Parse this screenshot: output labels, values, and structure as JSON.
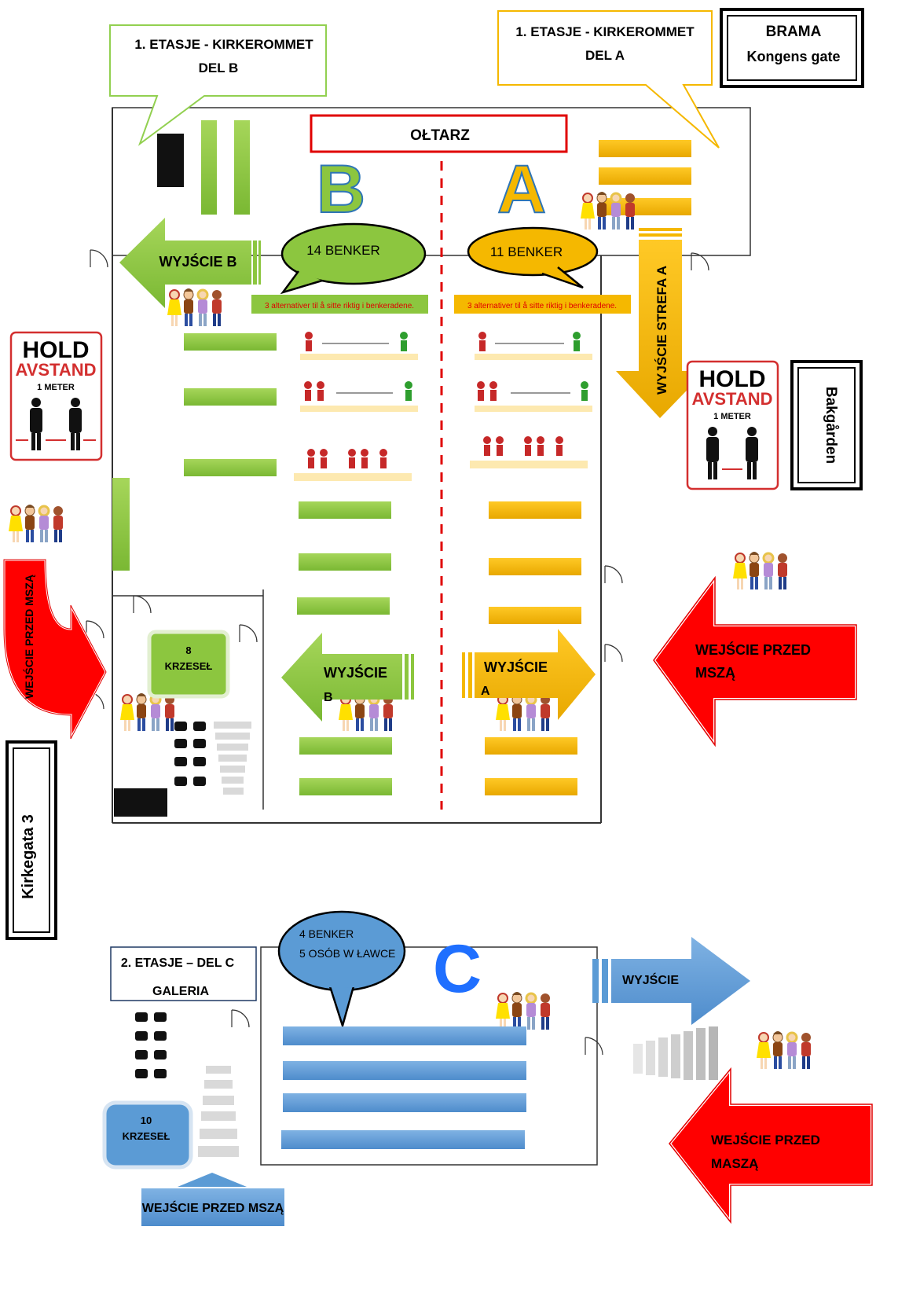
{
  "colors": {
    "green": "#8cc63f",
    "yellow": "#f5b800",
    "red": "#ff0000",
    "blue": "#5b9bd5",
    "black": "#000000"
  },
  "callouts": {
    "del_b": {
      "line1": "1. ETASJE - KIRKEROMMET",
      "line2": "DEL B"
    },
    "del_a": {
      "line1": "1. ETASJE - KIRKEROMMET",
      "line2": "DEL A"
    },
    "brama": {
      "line1": "BRAMA",
      "line2": "Kongens gate"
    }
  },
  "altar": "OŁTARZ",
  "zones": {
    "b": "B",
    "a": "A",
    "c": "C"
  },
  "bubbles": {
    "b": "14 BENKER",
    "a": "11 BENKER",
    "c_line1": "4 BENKER",
    "c_line2": "5 OSÓB W ŁAWCE"
  },
  "alt_note": "3 alternativer til å sitte riktig i benkeradene.",
  "exits": {
    "b_top": "WYJŚCIE B",
    "strefa_a": "WYJŚCIE STREFA A",
    "b_low_1": "WYJŚCIE",
    "b_low_2": "B",
    "a_low_1": "WYJŚCIE",
    "a_low_2": "A",
    "c": "WYJŚCIE"
  },
  "entrances": {
    "left": "WEJŚCIE PRZED MSZĄ",
    "right_1": "WEJŚCIE  PRZED",
    "right_2": "MSZĄ",
    "bottom_right_1": "WEJŚCIE PRZED",
    "bottom_right_2": "MASZĄ",
    "bottom_left": "WEJŚCIE PRZED MSZĄ"
  },
  "signs": {
    "hold": "HOLD",
    "avstand": "AVSTAND",
    "meter": "1 METER"
  },
  "streets": {
    "bakgarden": "Bakgården",
    "kirkegata": "Kirkegata 3"
  },
  "krzesla": {
    "main_num": "8",
    "main_label": "KRZESEŁ",
    "c_num": "10",
    "c_label": "KRZESEŁ"
  },
  "floor2": {
    "line1": "2. ETASJE – DEL C",
    "line2": "GALERIA"
  }
}
